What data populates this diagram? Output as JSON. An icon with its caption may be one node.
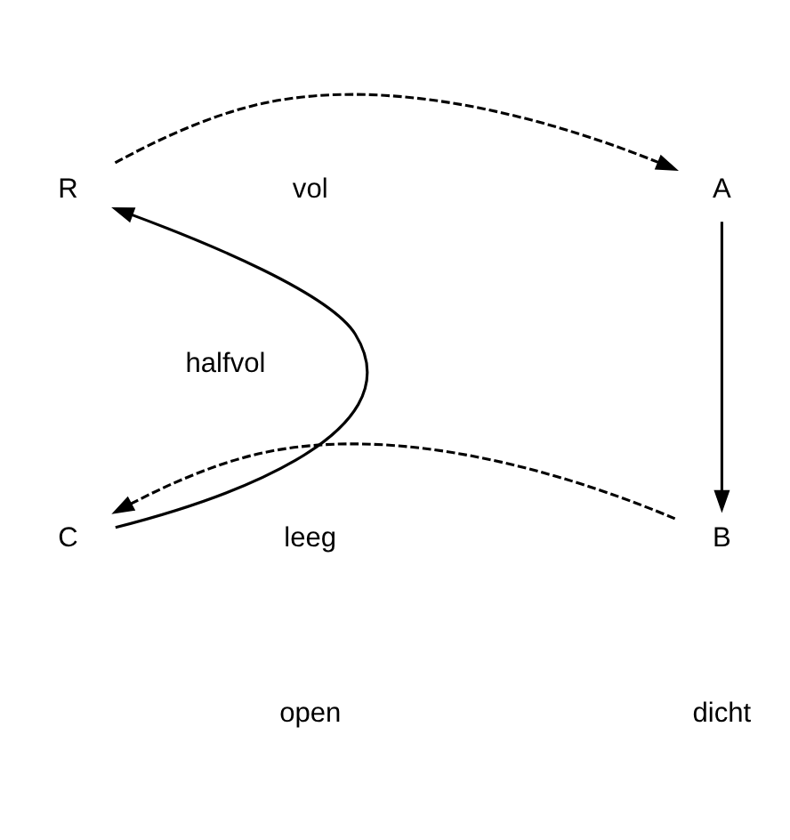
{
  "diagram": {
    "nodes": [
      {
        "text": [
          "A"
        ]
      },
      {
        "text": [
          "R"
        ]
      },
      {
        "text": [
          "B"
        ]
      },
      {
        "text": [
          "C"
        ]
      }
    ],
    "edges": [
      {
        "from": 0,
        "to": 2,
        "arrow": "to"
      },
      {
        "from": 2,
        "to": 3,
        "arrow": "to",
        "style": "dashed"
      },
      {
        "from": 3,
        "to": 1,
        "arrow": "to"
      },
      {
        "from": 1,
        "to": 0,
        "arrow": "to",
        "style": "dashed"
      }
    ],
    "labels": [
      "vol",
      "halfvol",
      "leeg",
      "open",
      "dicht"
    ]
  }
}
